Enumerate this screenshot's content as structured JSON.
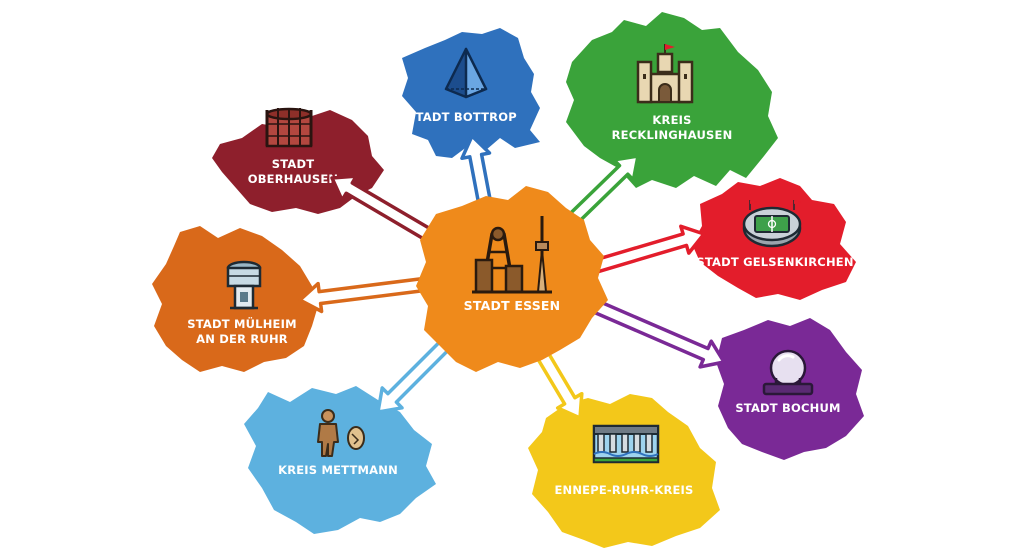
{
  "diagram": {
    "center": {
      "label": "STADT ESSEN",
      "icon": "mine-headframe-tower-icon",
      "color": "#ef8a1b"
    },
    "regions": [
      {
        "id": "bottrop",
        "label_lines": [
          "STADT BOTTROP"
        ],
        "color": "#2f71bd",
        "icon": "tetrahedron-icon",
        "arrow": "outward"
      },
      {
        "id": "recklinghausen",
        "label_lines": [
          "KREIS",
          "RECKLINGHAUSEN"
        ],
        "color": "#3aa33a",
        "icon": "castle-icon",
        "arrow": "outward"
      },
      {
        "id": "gelsenkirchen",
        "label_lines": [
          "STADT GELSENKIRCHEN"
        ],
        "color": "#e31d2b",
        "icon": "stadium-icon",
        "arrow": "outward"
      },
      {
        "id": "bochum",
        "label_lines": [
          "STADT BOCHUM"
        ],
        "color": "#7a2996",
        "icon": "planetarium-icon",
        "arrow": "outward"
      },
      {
        "id": "ennepe",
        "label_lines": [
          "ENNEPE-RUHR-KREIS"
        ],
        "color": "#f3c81a",
        "icon": "dam-icon",
        "arrow": "outward"
      },
      {
        "id": "mettmann",
        "label_lines": [
          "KREIS METTMANN"
        ],
        "color": "#5db1df",
        "icon": "neanderthal-icon",
        "arrow": "outward"
      },
      {
        "id": "muelheim",
        "label_lines": [
          "STADT MÜLHEIM",
          "AN DER RUHR"
        ],
        "color": "#d9691a",
        "icon": "water-tower-icon",
        "arrow": "outward"
      },
      {
        "id": "oberhausen",
        "label_lines": [
          "STADT",
          "OBERHAUSEN"
        ],
        "color": "#8e1f2c",
        "icon": "gasometer-icon",
        "arrow": "outward"
      }
    ]
  }
}
